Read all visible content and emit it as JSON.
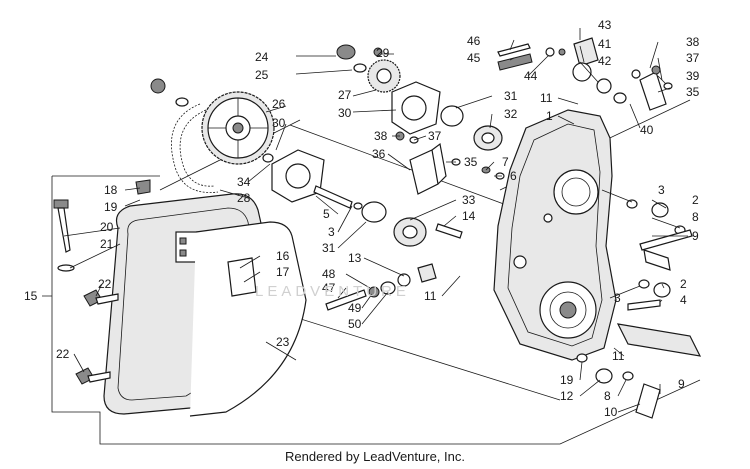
{
  "footer": "Rendered by LeadVenture, Inc.",
  "watermark": "LEADVENTURE",
  "callouts": [
    "24",
    "29",
    "25",
    "27",
    "30",
    "26",
    "30",
    "34",
    "28",
    "18",
    "19",
    "20",
    "21",
    "15",
    "22",
    "22",
    "23",
    "16",
    "17",
    "5",
    "3",
    "31",
    "38",
    "37",
    "36",
    "35",
    "31",
    "32",
    "46",
    "45",
    "43",
    "41",
    "44",
    "42",
    "38",
    "37",
    "39",
    "35",
    "40",
    "11",
    "1",
    "7",
    "6",
    "33",
    "14",
    "3",
    "2",
    "8",
    "9",
    "13",
    "48",
    "47",
    "49",
    "50",
    "11",
    "3",
    "2",
    "4",
    "11",
    "19",
    "12",
    "9",
    "8",
    "10"
  ],
  "colors": {
    "ink": "#1a1a1a",
    "paper": "#ffffff"
  }
}
